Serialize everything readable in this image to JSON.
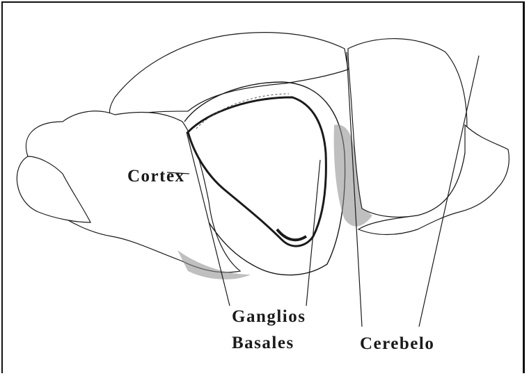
{
  "diagram": {
    "labels": {
      "cortex": "Cortex",
      "ganglios": "Ganglios",
      "basales": "Basales",
      "cerebelo": "Cerebelo"
    },
    "colors": {
      "outline": "#1a1a1a",
      "fill": "#ffffff",
      "shading": "#7a7a7a"
    }
  }
}
